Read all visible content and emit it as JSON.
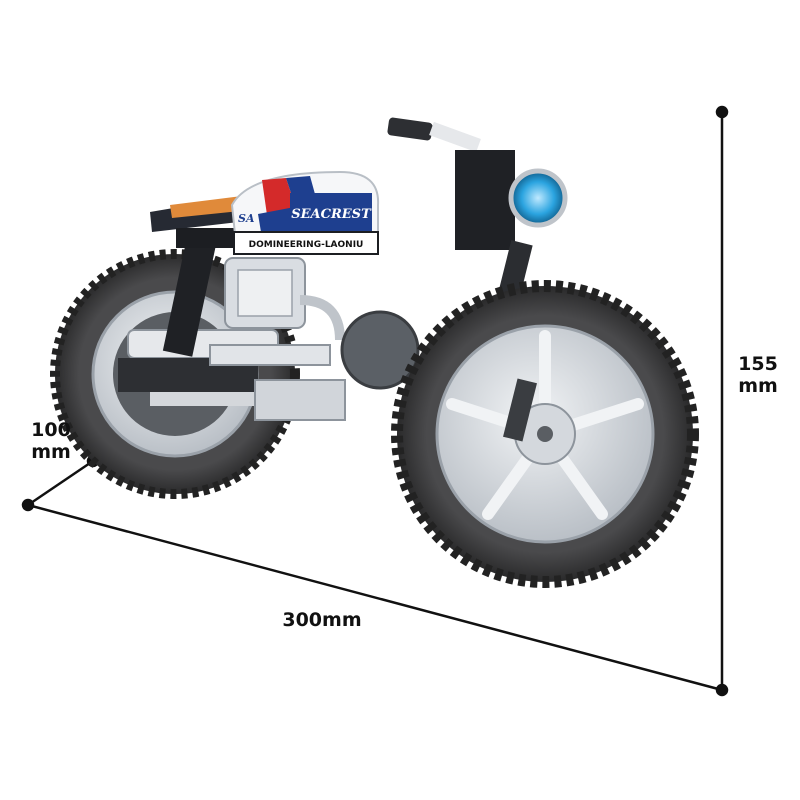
{
  "product": {
    "tank_brand": "SEACREST",
    "tank_badge": "SA",
    "frame_text": "DOMINEERING-LAONIU",
    "colors": {
      "blue": "#1e3f8f",
      "red": "#d42a2a",
      "orange": "#e07a2a",
      "tire": "#3b3b3d",
      "rim": "#d9dde2",
      "headlight": "#2ba4e0"
    }
  },
  "dimensions": {
    "height": "155\nmm",
    "depth": "100\nmm",
    "length": "300mm"
  }
}
